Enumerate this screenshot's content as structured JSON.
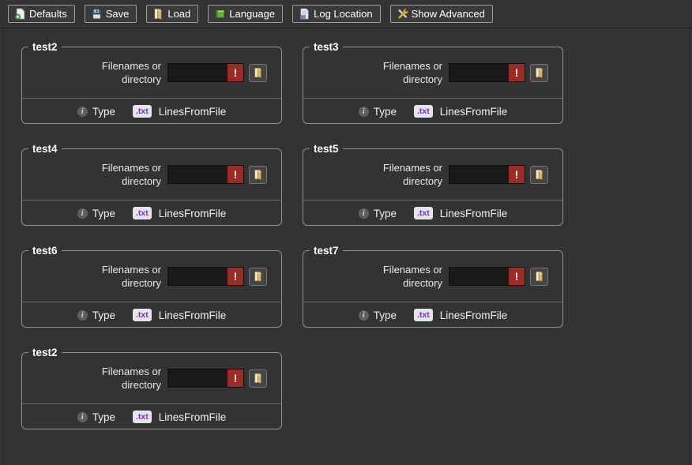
{
  "toolbar": {
    "buttons": [
      {
        "label": "Defaults",
        "icon": "defaults-icon"
      },
      {
        "label": "Save",
        "icon": "save-icon"
      },
      {
        "label": "Load",
        "icon": "load-icon"
      },
      {
        "label": "Language",
        "icon": "language-icon"
      },
      {
        "label": "Log Location",
        "icon": "log-location-icon"
      },
      {
        "label": "Show Advanced",
        "icon": "show-advanced-icon"
      }
    ]
  },
  "groups": [
    {
      "title": "test2",
      "filename_label": "Filenames or directory",
      "input_value": "",
      "error_indicator": "!",
      "browse_icon": "folder-open-icon",
      "info_icon": "info-icon",
      "type_label": "Type",
      "type_badge": ".txt",
      "type_value": "LinesFromFile"
    },
    {
      "title": "test3",
      "filename_label": "Filenames or directory",
      "input_value": "",
      "error_indicator": "!",
      "browse_icon": "folder-open-icon",
      "info_icon": "info-icon",
      "type_label": "Type",
      "type_badge": ".txt",
      "type_value": "LinesFromFile"
    },
    {
      "title": "test4",
      "filename_label": "Filenames or directory",
      "input_value": "",
      "error_indicator": "!",
      "browse_icon": "folder-open-icon",
      "info_icon": "info-icon",
      "type_label": "Type",
      "type_badge": ".txt",
      "type_value": "LinesFromFile"
    },
    {
      "title": "test5",
      "filename_label": "Filenames or directory",
      "input_value": "",
      "error_indicator": "!",
      "browse_icon": "folder-open-icon",
      "info_icon": "info-icon",
      "type_label": "Type",
      "type_badge": ".txt",
      "type_value": "LinesFromFile"
    },
    {
      "title": "test6",
      "filename_label": "Filenames or directory",
      "input_value": "",
      "error_indicator": "!",
      "browse_icon": "folder-open-icon",
      "info_icon": "info-icon",
      "type_label": "Type",
      "type_badge": ".txt",
      "type_value": "LinesFromFile"
    },
    {
      "title": "test7",
      "filename_label": "Filenames or directory",
      "input_value": "",
      "error_indicator": "!",
      "browse_icon": "folder-open-icon",
      "info_icon": "info-icon",
      "type_label": "Type",
      "type_badge": ".txt",
      "type_value": "LinesFromFile"
    },
    {
      "title": "test2",
      "filename_label": "Filenames or directory",
      "input_value": "",
      "error_indicator": "!",
      "browse_icon": "folder-open-icon",
      "info_icon": "info-icon",
      "type_label": "Type",
      "type_badge": ".txt",
      "type_value": "LinesFromFile"
    }
  ],
  "colors": {
    "background": "#333333",
    "group_border": "#8f8f8f",
    "error_red": "#9d2b25",
    "input_bg": "#191919",
    "txt_badge_bg": "#e4e4ec",
    "txt_badge_text": "#7c2bd9",
    "folder_tan": "#d9b46a"
  }
}
